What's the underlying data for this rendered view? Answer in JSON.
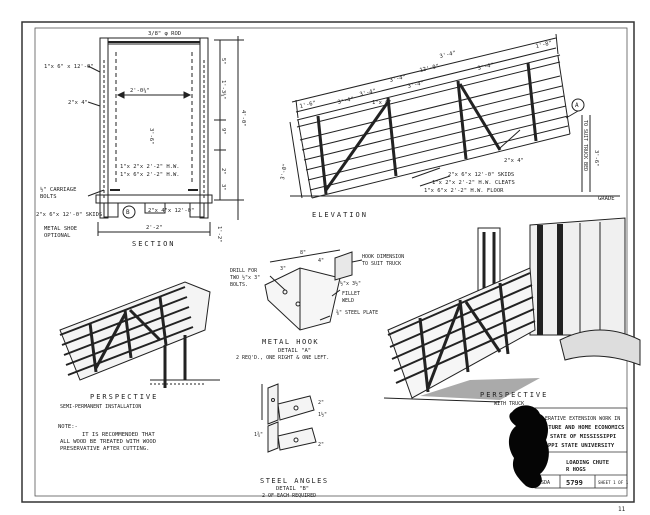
{
  "section": {
    "title": "SECTION",
    "rod": "3/8\" φ ROD",
    "board_1x6": "1\"x 6\" x 12'-0\"",
    "stud_2x4": "2\"x 4\"",
    "inner_width": "2'-0¼\"",
    "height_dim": "3'-6\"",
    "total_height": "4'-0\"",
    "dim_a": "1'-3¼\"",
    "dim_b": "9\"",
    "dim_c": "2\"",
    "dim_d": "3\"",
    "dim_e": "5\"",
    "cleat_1": "1\"x 2\"x 2'-2\" H.W.",
    "cleat_2": "1\"x 6\"x 2'-2\" H.W.",
    "bolts_1": "½\" CARRIAGE",
    "bolts_2": "BOLTS",
    "skids": "2\"x 6\"x 12'-0\" SKIDS",
    "floor_cross": "2\"x 4\"x 12'-0\"",
    "shoe_1": "METAL SHOE",
    "shoe_2": "OPTIONAL",
    "width_dim": "2'-2\"",
    "marker_b": "B",
    "small_dim": "1'-2\""
  },
  "elevation": {
    "title": "ELEVATION",
    "overall": "12'-0\"",
    "seg_1": "3'-4\"",
    "seg_2": "3'-4\"",
    "seg_3": "3'-4\"",
    "seg_4": "1'-8\"",
    "seg_5": "3'-4\"",
    "seg_6": "3'-4\"",
    "seg_7": "3'-4\"",
    "seg_8": "1'-6\"",
    "board": "1\"x 6\"",
    "height": "3'-0\"",
    "stud": "2\"x 4\"",
    "skids": "2\"x 6\"x 12'-0\" SKIDS",
    "cleats": "1\"x 2\"x 2'-2\" H.W. CLEATS",
    "floor": "1\"x 6\"x 2'-2\" H.W. FLOOR",
    "marker_a": "A",
    "truck_bed": "TO SUIT TRUCK BED",
    "grade": "GRADE",
    "rise": "3'-6\""
  },
  "hook": {
    "title": "METAL HOOK",
    "detail": "DETAIL \"A\"",
    "req": "2 REQ'D., ONE RIGHT & ONE LEFT.",
    "drill_1": "DRILL FOR",
    "drill_2": "TWO ½\"x 3\"",
    "drill_3": "BOLTS.",
    "dim_hook_1": "HOOK DIMENSION",
    "dim_hook_2": "TO SUIT TRUCK",
    "fillet_1": "FILLET",
    "fillet_2": "WELD",
    "plate": "⅜\" STEEL PLATE",
    "dim_1": "8\"",
    "dim_2": "4\"",
    "dim_3": "3\"",
    "dim_4": "½\"x 3½\""
  },
  "angles": {
    "title": "STEEL ANGLES",
    "detail": "DETAIL \"B\"",
    "req": "2 OF EACH REQUIRED",
    "dim_1": "2\"",
    "dim_2": "1½\"",
    "dim_3": "1¾\"",
    "dim_4": "2\""
  },
  "perspective_left": {
    "title": "PERSPECTIVE",
    "subtitle": "SEMI-PERMANENT INSTALLATION"
  },
  "perspective_right": {
    "title": "PERSPECTIVE",
    "subtitle": "WITH TRUCK"
  },
  "note": {
    "heading": "NOTE:-",
    "line_1": "IT IS RECOMMENDED THAT",
    "line_2": "ALL WOOD BE TREATED WITH WOOD",
    "line_3": "PRESERVATIVE AFTER CUTTING."
  },
  "title_block": {
    "line_1": "ERATIVE EXTENSION WORK IN",
    "line_2": "LTURE AND HOME ECONOMICS",
    "line_3": "STATE OF MISSISSIPPI",
    "line_4": "PPI STATE UNIVERSITY",
    "drawing_1": "P",
    "drawing_2": "LOADING CHUTE",
    "drawing_3": "R HOGS",
    "org": "USDA",
    "number": "5799",
    "sheet": "SHEET 1 OF 1"
  },
  "page_marks": {
    "corner": "11"
  }
}
